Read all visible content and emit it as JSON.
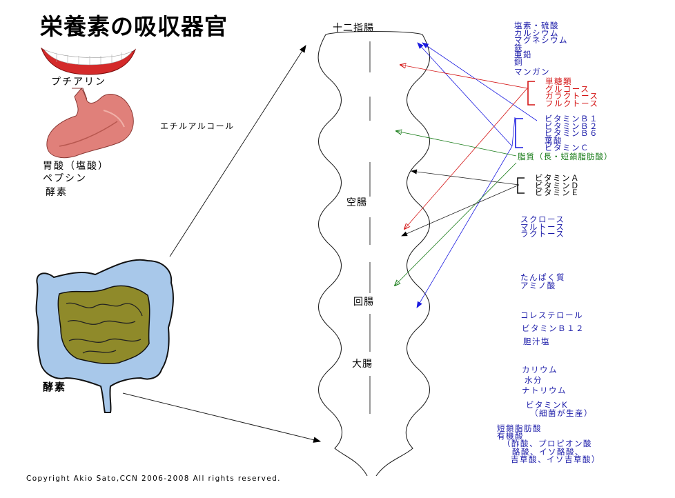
{
  "title": "栄養素の吸収器官",
  "organs": {
    "mouth_enzyme": "プチアリン",
    "alcohol": "エチルアルコール",
    "stomach_lines": [
      "胃酸（塩酸）",
      "ペプシン",
      "酵素"
    ],
    "colon_enzyme": "酵素"
  },
  "intestine_segments": [
    "十二指腸",
    "空腸",
    "回腸",
    "大腸"
  ],
  "absorption": {
    "minerals": [
      "塩素・硫酸",
      "カルシウム",
      "マグネシウム",
      "鉄",
      "亜鉛",
      "銅",
      "マンガン"
    ],
    "sugars": [
      "単糖類",
      "グルコース",
      "ガラクトース",
      "フルクトース"
    ],
    "water_vitamins": [
      "ビタミンＢ１",
      "ビタミンＢ２",
      "ビタミンＢ６",
      "葉酸",
      "ビタミンＣ"
    ],
    "fats": "脂質（長・短鎖脂肪酸）",
    "fat_vitamins": [
      "ビタミンＡ",
      "ビタミンＤ",
      "ビタミンＥ"
    ],
    "disaccharides": [
      "スクロース",
      "マルトース",
      "ラクトース"
    ],
    "proteins": [
      "たんぱく質",
      "アミノ酸"
    ],
    "ileum_items": [
      "コレステロール",
      "ビタミンＢ１２",
      "胆汁塩"
    ],
    "colon_items": [
      "カリウム",
      "水分",
      "ナトリウム"
    ],
    "vitamin_k": [
      "ビタミンK",
      "（細菌が生産）"
    ],
    "scfa": [
      "短鎖脂肪酸",
      "有機酸",
      "（酢酸、プロピオン酸",
      "酪酸、イソ酪酸、",
      "吉草酸、イソ吉草酸）"
    ]
  },
  "colors": {
    "blue": "#1a1aa8",
    "red": "#d41414",
    "green": "#157a15",
    "black": "#000000"
  },
  "copyright": "Copyright Akio Sato,CCN  2006-2008 All rights reserved."
}
